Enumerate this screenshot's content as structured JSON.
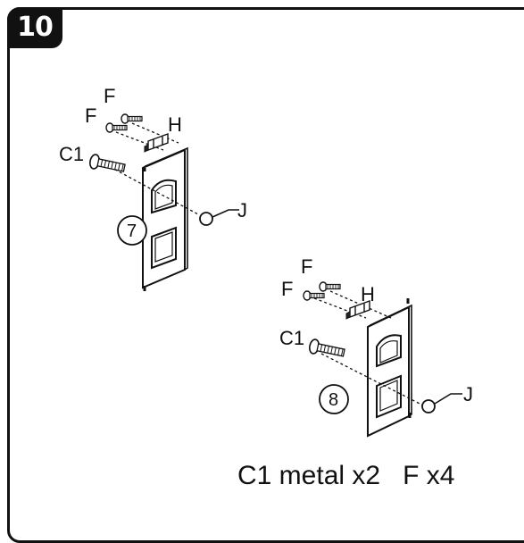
{
  "step_number": "10",
  "assembly_1": {
    "labels": {
      "screw_f_top": "F",
      "screw_f_left": "F",
      "bracket": "H",
      "screw_c1": "C1",
      "panel_number": "7",
      "dowel": "J"
    }
  },
  "assembly_2": {
    "labels": {
      "screw_f_top": "F",
      "screw_f_left": "F",
      "bracket": "H",
      "screw_c1": "C1",
      "panel_number": "8",
      "dowel": "J"
    }
  },
  "parts_note": {
    "c1_text": "C1 metal x2",
    "f_text": "F x4"
  }
}
